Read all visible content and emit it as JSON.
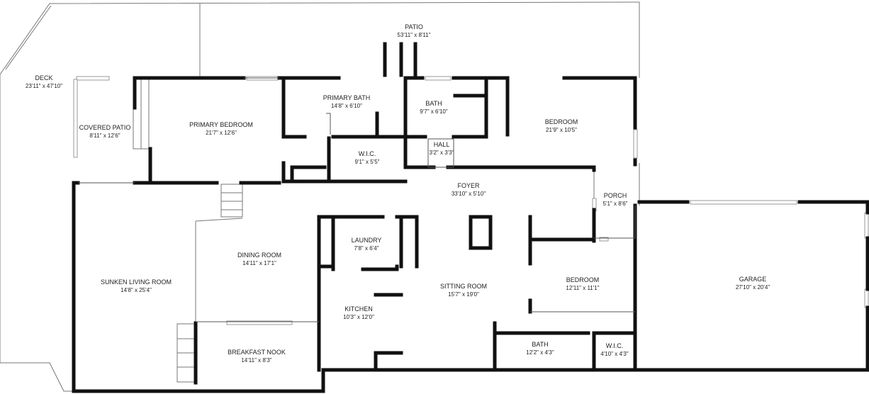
{
  "plan": {
    "wall_color": "#111111",
    "thin_line_color": "#777777",
    "window_color": "#999999",
    "background": "#ffffff"
  },
  "rooms": [
    {
      "id": "patio",
      "name": "PATIO",
      "dims": "53'11\" x 8'11\""
    },
    {
      "id": "deck",
      "name": "DECK",
      "dims": "23'11\" x 47'10\""
    },
    {
      "id": "covered-patio",
      "name": "COVERED PATIO",
      "dims": "8'11\" x 12'6\""
    },
    {
      "id": "primary-bedroom",
      "name": "PRIMARY BEDROOM",
      "dims": "21'7\" x 12'6\""
    },
    {
      "id": "primary-bath",
      "name": "PRIMARY BATH",
      "dims": "14'8\" x 6'10\""
    },
    {
      "id": "bath-upper",
      "name": "BATH",
      "dims": "9'7\" x 6'10\""
    },
    {
      "id": "bedroom-upper",
      "name": "BEDROOM",
      "dims": "21'9\" x 10'5\""
    },
    {
      "id": "hall",
      "name": "HALL",
      "dims": "3'2\" x 3'3\""
    },
    {
      "id": "wic-upper",
      "name": "W.I.C.",
      "dims": "9'1\" x 5'5\""
    },
    {
      "id": "foyer",
      "name": "FOYER",
      "dims": "33'10\" x 5'10\""
    },
    {
      "id": "porch",
      "name": "PORCH",
      "dims": "5'1\" x 8'6\""
    },
    {
      "id": "garage",
      "name": "GARAGE",
      "dims": "27'10\" x 20'4\""
    },
    {
      "id": "laundry",
      "name": "LAUNDRY",
      "dims": "7'8\" x 6'4\""
    },
    {
      "id": "dining-room",
      "name": "DINING ROOM",
      "dims": "14'11\" x 17'1\""
    },
    {
      "id": "sunken-living-room",
      "name": "SUNKEN LIVING ROOM",
      "dims": "14'8\" x 25'4\""
    },
    {
      "id": "sitting-room",
      "name": "SITTING ROOM",
      "dims": "15'7\" x 19'0\""
    },
    {
      "id": "bedroom-lower",
      "name": "BEDROOM",
      "dims": "12'11\" x 11'1\""
    },
    {
      "id": "kitchen",
      "name": "KITCHEN",
      "dims": "10'3\" x 12'0\""
    },
    {
      "id": "breakfast-nook",
      "name": "BREAKFAST NOOK",
      "dims": "14'11\" x 8'3\""
    },
    {
      "id": "bath-lower",
      "name": "BATH",
      "dims": "12'2\" x 4'3\""
    },
    {
      "id": "wic-lower",
      "name": "W.I.C.",
      "dims": "4'10\" x 4'3\""
    }
  ]
}
